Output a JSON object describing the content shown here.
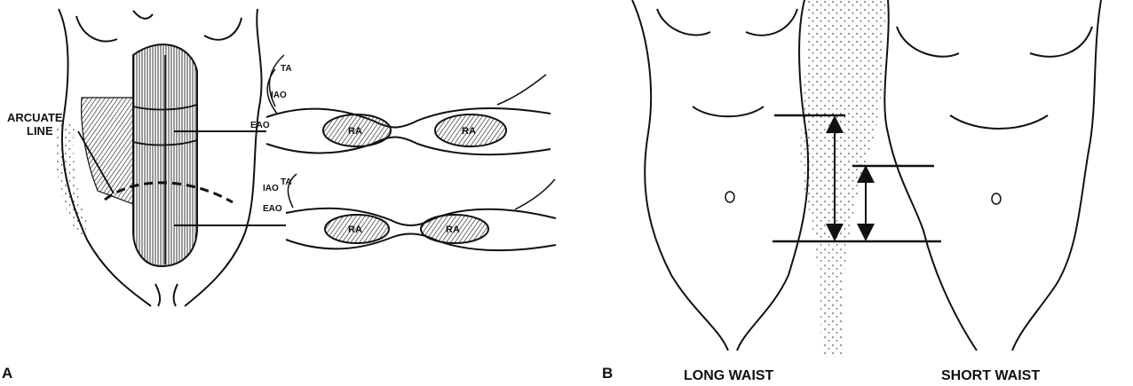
{
  "panel_a": {
    "letter": "A",
    "arcuate_label_line1": "ARCUATE",
    "arcuate_label_line2": "LINE",
    "upper_section": {
      "ta": "TA",
      "iao": "IAO",
      "eao": "EAO",
      "ra_left": "RA",
      "ra_right": "RA"
    },
    "lower_section": {
      "ta": "TA",
      "iao": "IAO",
      "eao": "EAO",
      "ra_left": "RA",
      "ra_right": "RA"
    }
  },
  "panel_b": {
    "letter": "B",
    "long_waist_label": "LONG WAIST",
    "short_waist_label": "SHORT WAIST"
  }
}
